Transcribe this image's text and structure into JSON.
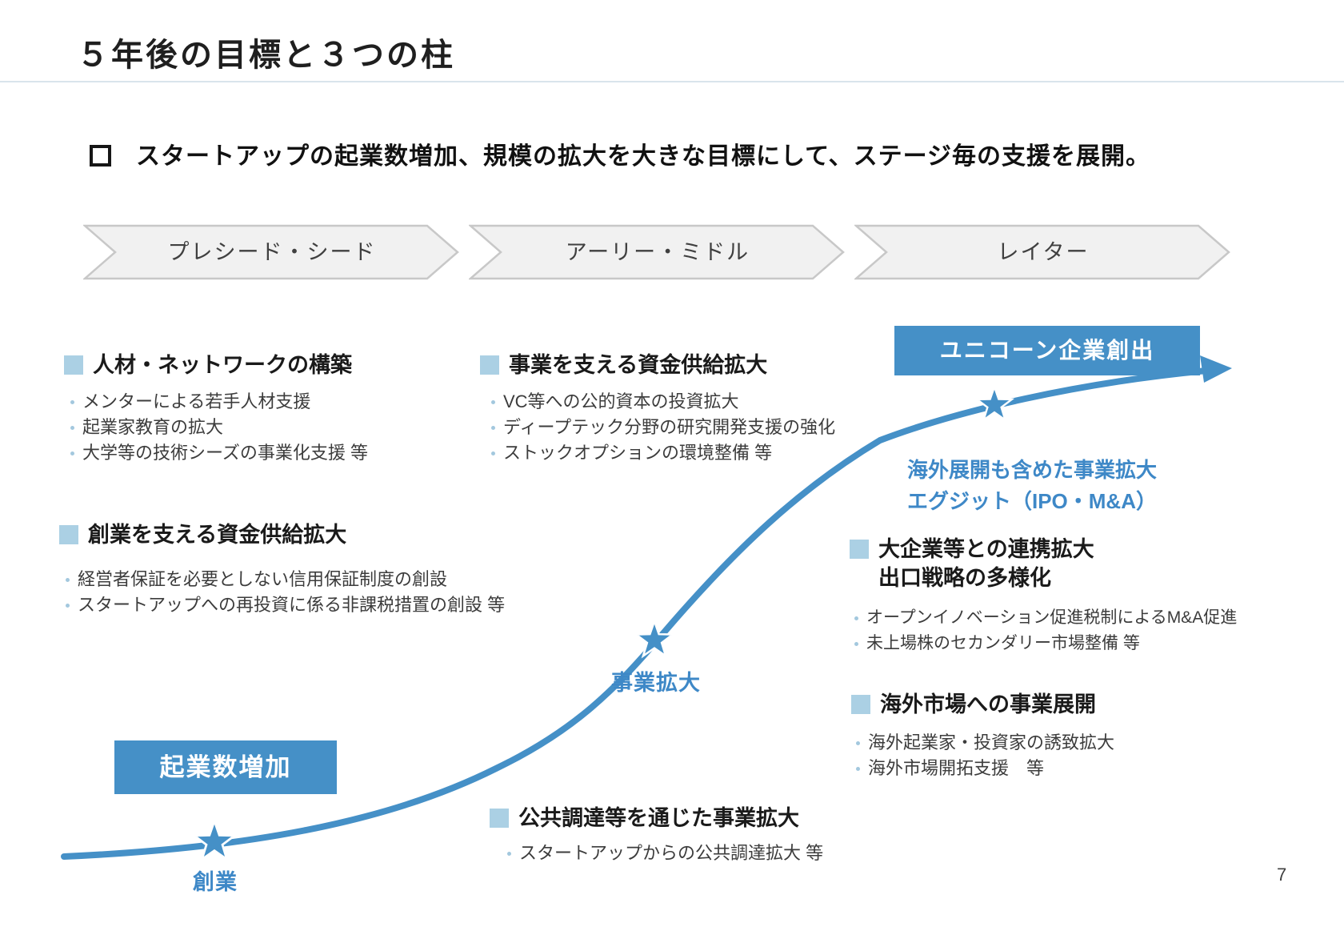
{
  "slide": {
    "title": "５年後の目標と３つの柱",
    "lead": "スタートアップの起業数増加、規模の拡大を大きな目標にして、ステージ毎の支援を展開。",
    "page_number": "7"
  },
  "stages": [
    {
      "label": "プレシード・シード"
    },
    {
      "label": "アーリー・ミドル"
    },
    {
      "label": "レイター"
    }
  ],
  "sections": [
    {
      "heading": "人材・ネットワークの構築",
      "items": [
        "メンターによる若手人材支援",
        "起業家教育の拡大",
        "大学等の技術シーズの事業化支援 等"
      ]
    },
    {
      "heading": "事業を支える資金供給拡大",
      "items": [
        "VC等への公的資本の投資拡大",
        "ディープテック分野の研究開発支援の強化",
        "ストックオプションの環境整備 等"
      ]
    },
    {
      "heading": "創業を支える資金供給拡大",
      "items": [
        "経営者保証を必要としない信用保証制度の創設",
        "スタートアップへの再投資に係る非課税措置の創設 等"
      ]
    },
    {
      "heading_line1": "大企業等との連携拡大",
      "heading_line2": "出口戦略の多様化",
      "items": [
        "オープンイノベーション促進税制によるM&A促進",
        "未上場株のセカンダリー市場整備 等"
      ]
    },
    {
      "heading": "海外市場への事業展開",
      "items": [
        "海外起業家・投資家の誘致拡大",
        "海外市場開拓支援　等"
      ]
    },
    {
      "heading": "公共調達等を通じた事業拡大",
      "items": [
        "スタートアップからの公共調達拡大 等"
      ]
    }
  ],
  "milestones": {
    "unicorn_box": "ユニコーン企業創出",
    "startup_count_box": "起業数増加",
    "business_expansion_label": "事業拡大",
    "founding_label": "創業",
    "overseas_note_line1": "海外展開も含めた事業拡大",
    "overseas_note_line2": "エグジット（IPO・M&A）"
  },
  "colors": {
    "accent_blue": "#4590C7",
    "text_blue": "#3E88C7",
    "light_blue_marker": "#abd0e4",
    "chevron_fill": "#f1f1f1",
    "chevron_border": "#c8c8c8"
  }
}
